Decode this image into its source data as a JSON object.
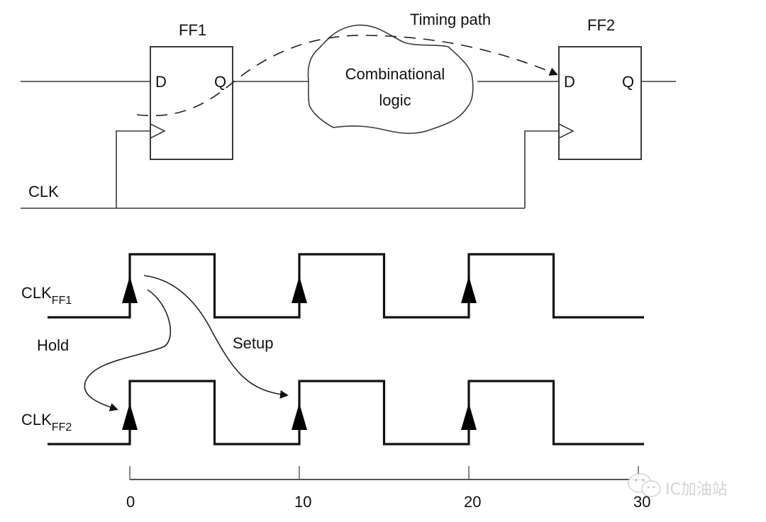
{
  "circuit": {
    "ff1": {
      "title": "FF1",
      "d_label": "D",
      "q_label": "Q"
    },
    "ff2": {
      "title": "FF2",
      "d_label": "D",
      "q_label": "Q"
    },
    "combinational": {
      "line1": "Combinational",
      "line2": "logic"
    },
    "timing_path_label": "Timing path",
    "clk_label": "CLK"
  },
  "waveforms": {
    "clk_ff1": {
      "label_main": "CLK",
      "label_sub": "FF1"
    },
    "clk_ff2": {
      "label_main": "CLK",
      "label_sub": "FF2"
    },
    "period": 10,
    "duty": 0.5,
    "rising_edges": [
      0,
      10,
      20
    ],
    "hold_label": "Hold",
    "setup_label": "Setup"
  },
  "axis": {
    "ticks": [
      0,
      10,
      20,
      30
    ],
    "tick_labels": [
      "0",
      "10",
      "20",
      "30"
    ]
  },
  "watermark": {
    "text": "IC加油站",
    "icon": "wechat-icon"
  }
}
